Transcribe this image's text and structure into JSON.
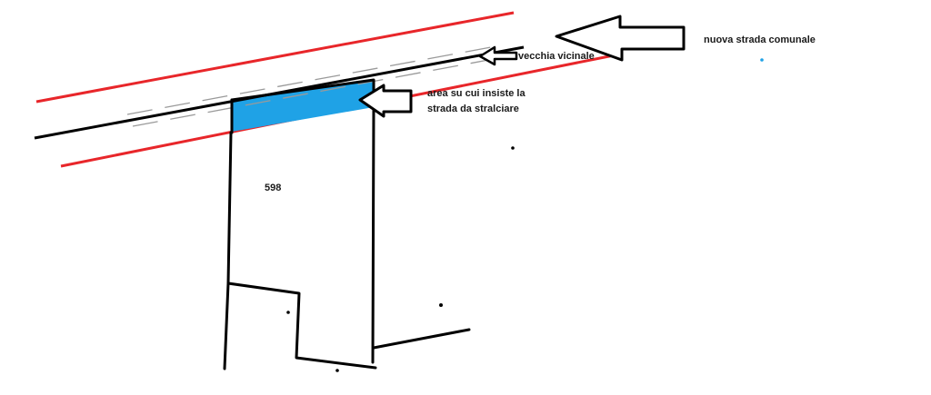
{
  "labels": {
    "nuova_strada": "nuova strada comunale",
    "vecchia_vicinale": "vecchia vicinale",
    "area_line1": "area su cui insiste la",
    "area_line2": "strada da stralciare",
    "parcel": "598"
  },
  "colors": {
    "road_edge": "#e8262a",
    "strip_fill": "#1fa2e6",
    "ink": "#000000",
    "dash": "#9a9a9a",
    "dot_blue": "#1fa2e6"
  },
  "icons": {
    "arrow_large": "left-arrow-icon",
    "arrow_small": "left-arrow-icon",
    "arrow_area": "left-arrow-icon"
  }
}
